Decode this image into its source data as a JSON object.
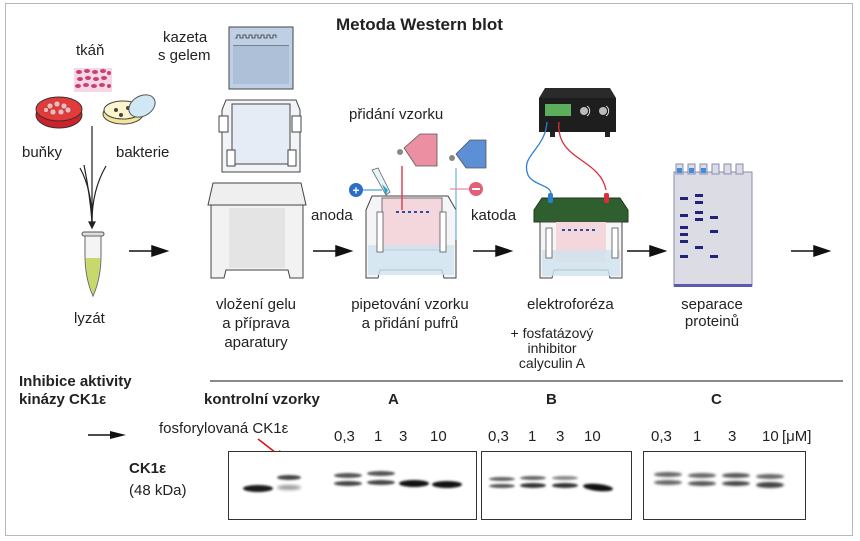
{
  "title": "Metoda Western blot",
  "workflow": {
    "sources": {
      "tissue": "tkáň",
      "cells": "buňky",
      "bacteria": "bakterie"
    },
    "lysate": "lyzát",
    "gel_cassette": [
      "kazeta",
      "s gelem"
    ],
    "step_gel": [
      "vložení gelu",
      "a příprava",
      "aparatury"
    ],
    "sample_adding": "přidání vzorku",
    "anode": "anoda",
    "cathode": "katoda",
    "anode_sign": "+",
    "cathode_sign": "−",
    "step_pipetting": [
      "pipetování vzorku",
      "a přidání pufrů"
    ],
    "step_electrophoresis": "elektroforéza",
    "inhibitor_note": [
      "+ fosfatázový",
      "inhibitor",
      "calyculin A"
    ],
    "step_separation": [
      "separace",
      "proteinů"
    ]
  },
  "inhibition": {
    "heading": [
      "Inhibice aktivity",
      "kinázy CK1ε"
    ],
    "control_label": "kontrolní vzorky",
    "phospho_label": "fosforylovaná CK1ε",
    "protein_label": "CK1ε",
    "protein_mass": "(48 kDa)",
    "groups": [
      {
        "name": "A",
        "concentrations": [
          "0,3",
          "1",
          "3",
          "10"
        ]
      },
      {
        "name": "B",
        "concentrations": [
          "0,3",
          "1",
          "3",
          "10"
        ]
      },
      {
        "name": "C",
        "concentrations": [
          "0,3",
          "1",
          "3",
          "10"
        ]
      }
    ],
    "unit": "[μM]"
  },
  "colors": {
    "anode": "#2a6fc4",
    "cathode": "#e0607a",
    "lid": "#2f5f2e",
    "gel_band": "#22227a",
    "red_arrow": "#e01010",
    "lysate": "#c9d86a"
  }
}
